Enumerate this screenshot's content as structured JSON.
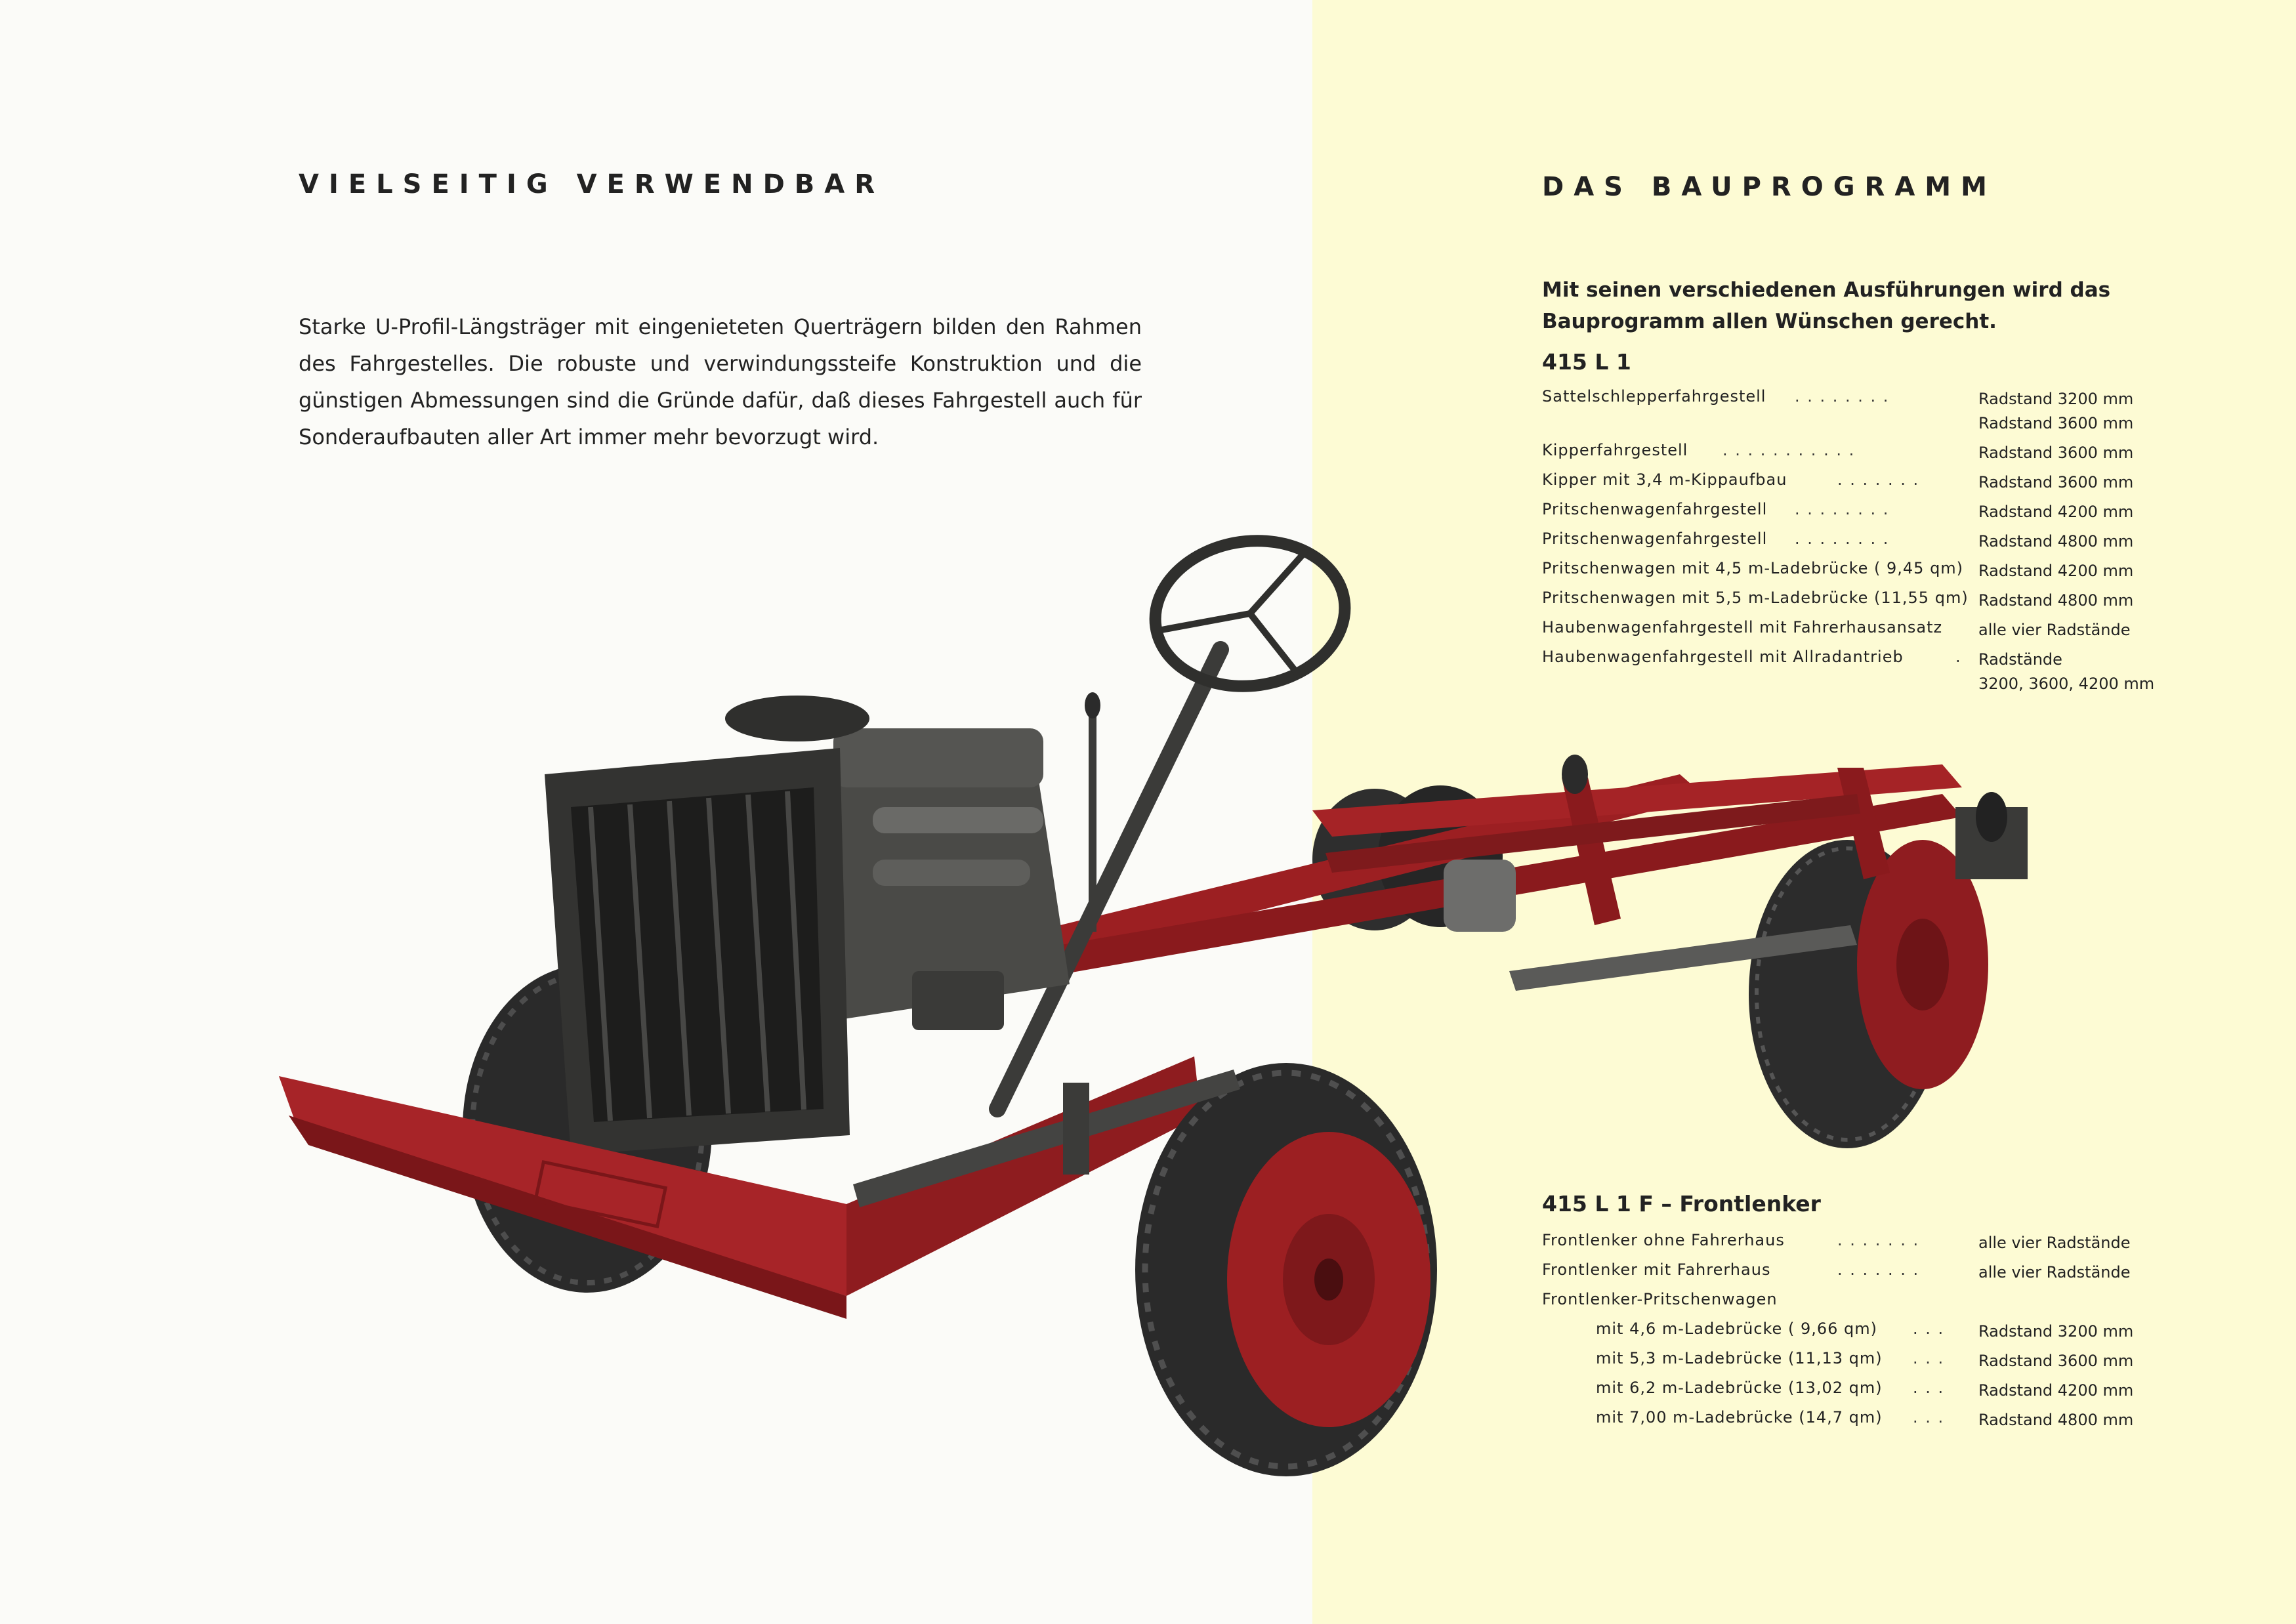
{
  "left": {
    "heading": "VIELSEITIG VERWENDBAR",
    "intro": "Starke U-Profil-Längsträger mit eingenieteten Querträgern bilden den Rahmen des Fahrgestelles. Die robuste und verwindungssteife Konstruktion und die günstigen Abmessungen sind die Gründe dafür, daß dieses Fahrgestell auch für Sonderaufbauten aller Art immer mehr bevorzugt wird."
  },
  "right": {
    "heading": "DAS BAUPROGRAMM",
    "intro": "Mit seinen verschiedenen Ausführungen wird das Bauprogramm allen Wünschen gerecht.",
    "l1": {
      "title": "415 L 1",
      "rows": [
        {
          "label": "Sattelschlepperfahrgestell",
          "dots": ". . . . . . . .",
          "value": "Radstand 3200 mm",
          "value2": "Radstand 3600 mm"
        },
        {
          "label": "Kipperfahrgestell",
          "dots": ". . . . . . . . . . .",
          "value": "Radstand 3600 mm"
        },
        {
          "label": "Kipper mit 3,4 m-Kippaufbau",
          "dots": ". . . . . . .",
          "value": "Radstand 3600 mm"
        },
        {
          "label": "Pritschenwagenfahrgestell",
          "dots": ". . . . . . . .",
          "value": "Radstand 4200 mm"
        },
        {
          "label": "Pritschenwagenfahrgestell",
          "dots": ". . . . . . . .",
          "value": "Radstand 4800 mm"
        },
        {
          "label": "Pritschenwagen mit 4,5 m-Ladebrücke ( 9,45 qm)",
          "dots": "",
          "value": "Radstand 4200 mm"
        },
        {
          "label": "Pritschenwagen mit 5,5 m-Ladebrücke (11,55 qm)",
          "dots": "",
          "value": "Radstand 4800 mm"
        },
        {
          "label": "Haubenwagenfahrgestell mit Fahrerhausansatz",
          "dots": "",
          "value": "alle vier Radstände"
        },
        {
          "label": "Haubenwagenfahrgestell mit Allradantrieb",
          "dots": ".",
          "value": "Radstände",
          "value2": "3200, 3600, 4200 mm"
        }
      ]
    },
    "l1f": {
      "title": "415 L 1 F – Frontlenker",
      "rows": [
        {
          "label": "Frontlenker ohne Fahrerhaus",
          "dots": ". . . . . . .",
          "value": "alle vier Radstände"
        },
        {
          "label": "Frontlenker mit Fahrerhaus",
          "dots": ". . . . . . .",
          "value": "alle vier Radstände"
        },
        {
          "label": "Frontlenker-Pritschenwagen",
          "dots": "",
          "value": ""
        },
        {
          "label": "mit 4,6 m-Ladebrücke ( 9,66 qm)",
          "dots": ". . .",
          "value": "Radstand 3200 mm",
          "indent": true
        },
        {
          "label": "mit 5,3 m-Ladebrücke (11,13 qm)",
          "dots": ". . .",
          "value": "Radstand 3600 mm",
          "indent": true
        },
        {
          "label": "mit 6,2 m-Ladebrücke (13,02 qm)",
          "dots": ". . .",
          "value": "Radstand 4200 mm",
          "indent": true
        },
        {
          "label": "mit 7,00 m-Ladebrücke (14,7 qm)",
          "dots": ". . .",
          "value": "Radstand 4800 mm",
          "indent": true
        }
      ]
    }
  },
  "colors": {
    "frame_red": "#9c1f22",
    "engine_dark": "#3a3a38",
    "tire_dark": "#2b2b2b",
    "page_left": "#fbfbf8",
    "page_right": "#fdfbd4"
  }
}
